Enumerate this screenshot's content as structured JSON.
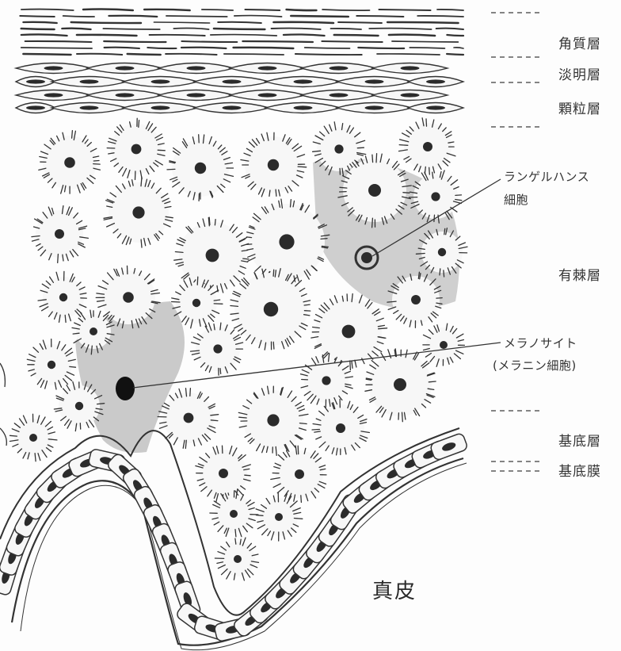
{
  "diagram": {
    "layers": [
      {
        "id": "stratum-corneum",
        "label": "角質層"
      },
      {
        "id": "stratum-lucidum",
        "label": "淡明層"
      },
      {
        "id": "stratum-granulosum",
        "label": "顆粒層"
      },
      {
        "id": "stratum-spinosum",
        "label": "有棘層"
      },
      {
        "id": "stratum-basale",
        "label": "基底層"
      },
      {
        "id": "basement-membrane",
        "label": "基底膜"
      }
    ],
    "callouts": [
      {
        "id": "langerhans",
        "line1": "ランゲルハンス",
        "line2": "細胞"
      },
      {
        "id": "melanocyte",
        "line1": "メラノサイト",
        "line2": "(メラニン細胞)"
      }
    ],
    "dermis_label": "真皮",
    "colors": {
      "ink": "#333333",
      "cell_fill": "#f7f7f7",
      "nucleus": "#2b2b2b",
      "shade": "#a9a9a9"
    }
  }
}
